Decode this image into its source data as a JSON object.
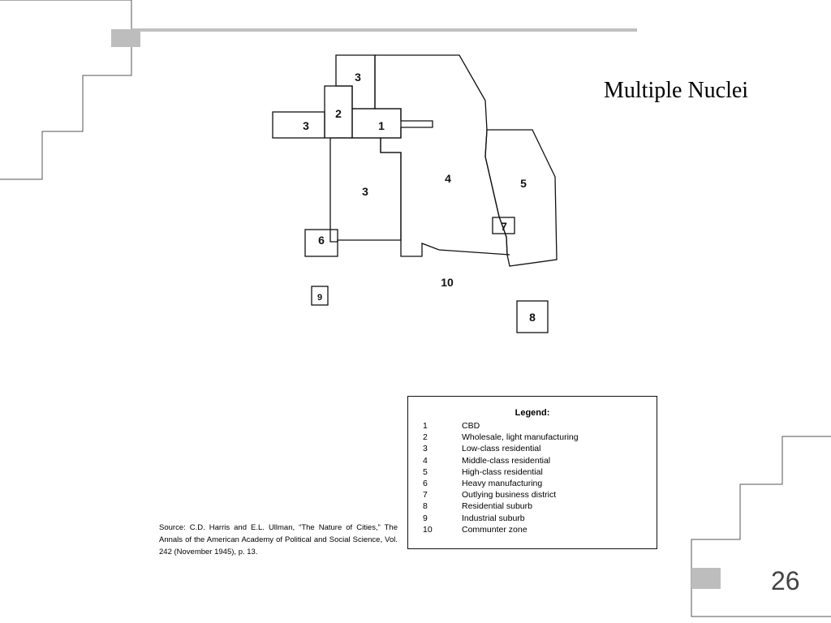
{
  "slide": {
    "title": "Multiple Nuclei",
    "page_number": "26"
  },
  "diagram": {
    "zones": [
      {
        "id": "zone-3-top",
        "label": "3"
      },
      {
        "id": "zone-2",
        "label": "2"
      },
      {
        "id": "zone-3-left",
        "label": "3"
      },
      {
        "id": "zone-1",
        "label": "1"
      },
      {
        "id": "zone-4",
        "label": "4"
      },
      {
        "id": "zone-5",
        "label": "5"
      },
      {
        "id": "zone-3-center",
        "label": "3"
      },
      {
        "id": "zone-7",
        "label": "7"
      },
      {
        "id": "zone-6",
        "label": "6"
      },
      {
        "id": "zone-10",
        "label": "10"
      },
      {
        "id": "zone-9",
        "label": "9"
      },
      {
        "id": "zone-8",
        "label": "8"
      }
    ]
  },
  "legend": {
    "title": "Legend:",
    "items": [
      {
        "num": "1",
        "text": "CBD"
      },
      {
        "num": "2",
        "text": "Wholesale, light manufacturing"
      },
      {
        "num": "3",
        "text": "Low-class residential"
      },
      {
        "num": "4",
        "text": "Middle-class residential"
      },
      {
        "num": "5",
        "text": "High-class residential"
      },
      {
        "num": "6",
        "text": "Heavy manufacturing"
      },
      {
        "num": "7",
        "text": "Outlying business district"
      },
      {
        "num": "8",
        "text": "Residential suburb"
      },
      {
        "num": "9",
        "text": "Industrial suburb"
      },
      {
        "num": "10",
        "text": "Communter zone"
      }
    ]
  },
  "source": {
    "text": "Source: C.D. Harris and E.L. Ullman, “The Nature of Cities,” The Annals of the American Academy of Political and Social Science, Vol. 242 (November 1945), p. 13."
  },
  "colors": {
    "accent_bar": "#c0c0c0",
    "accent_square": "#bdbdbd",
    "outline": "#555555"
  }
}
